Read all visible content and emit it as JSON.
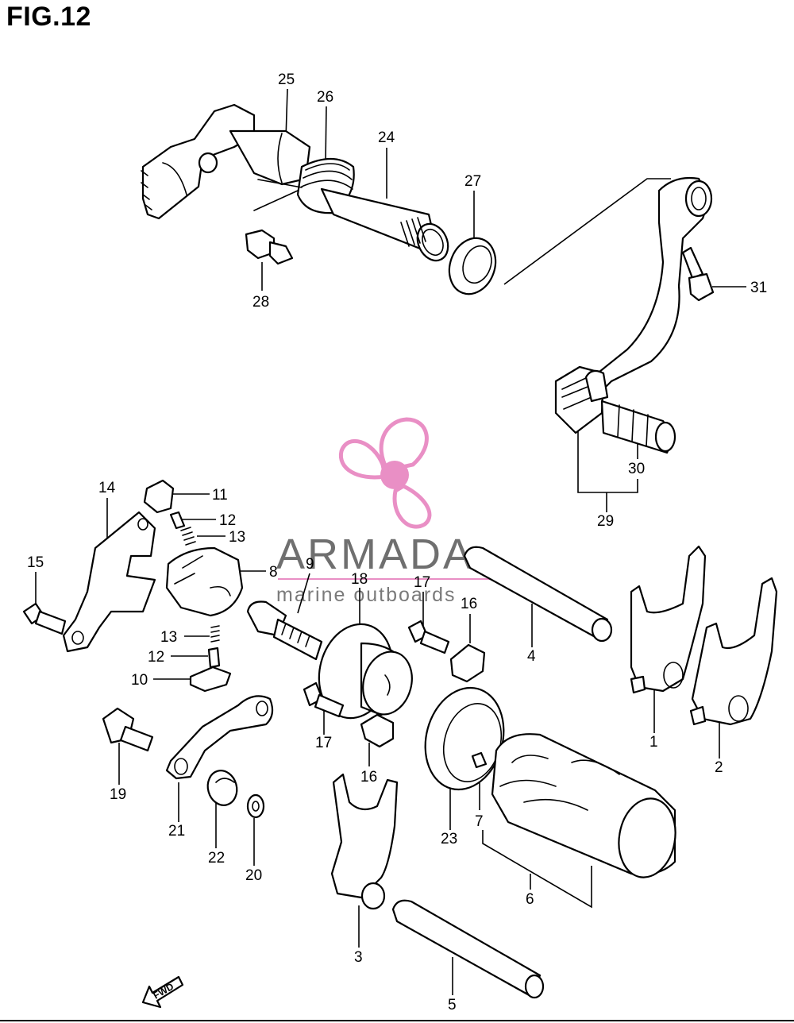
{
  "figure": {
    "title": "FIG.12",
    "fwd_label": "FWD"
  },
  "watermark": {
    "brand": "ARMADA",
    "tagline": "marine outboards",
    "color": "#e98fc5"
  },
  "callouts": {
    "c1": "1",
    "c2": "2",
    "c3": "3",
    "c4": "4",
    "c5": "5",
    "c6": "6",
    "c7": "7",
    "c8": "8",
    "c9": "9",
    "c10": "10",
    "c11": "11",
    "c12a": "12",
    "c12b": "12",
    "c13a": "13",
    "c13b": "13",
    "c14": "14",
    "c15": "15",
    "c16a": "16",
    "c16b": "16",
    "c17a": "17",
    "c17b": "17",
    "c18": "18",
    "c19": "19",
    "c20": "20",
    "c21": "21",
    "c22": "22",
    "c23": "23",
    "c24": "24",
    "c25": "25",
    "c26": "26",
    "c27": "27",
    "c28": "28",
    "c29": "29",
    "c30": "30",
    "c31": "31"
  }
}
